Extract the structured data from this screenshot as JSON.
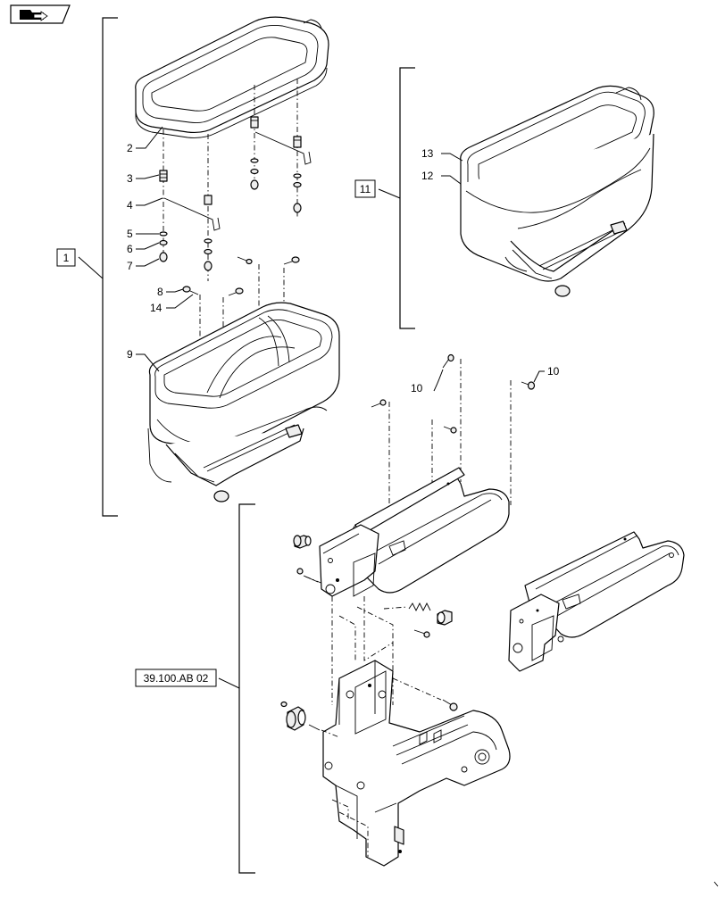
{
  "title_icon": "book-arrow-icon",
  "callouts": {
    "c1": "1",
    "c2": "2",
    "c3": "3",
    "c4": "4",
    "c5": "5",
    "c6": "6",
    "c7": "7",
    "c8": "8",
    "c9": "9",
    "c10a": "10",
    "c10b": "10",
    "c11": "11",
    "c12": "12",
    "c13": "13",
    "c14": "14",
    "ref": "39.100.AB 02"
  }
}
